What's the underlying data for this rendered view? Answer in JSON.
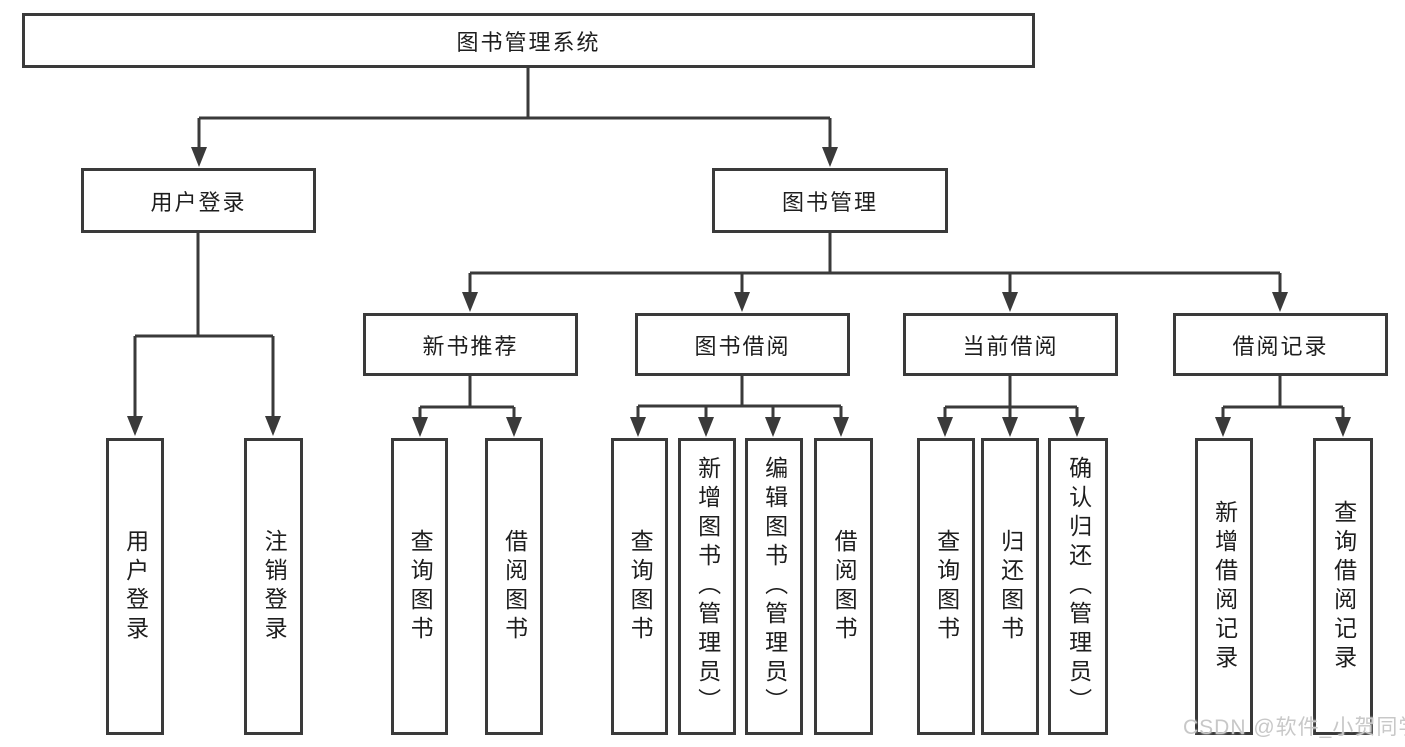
{
  "tree": {
    "root": {
      "label": "图书管理系统"
    },
    "branches": [
      {
        "label": "用户登录",
        "children": [
          "用户登录",
          "注销登录"
        ]
      },
      {
        "label": "图书管理",
        "sections": [
          {
            "label": "新书推荐",
            "children": [
              "查询图书",
              "借阅图书"
            ]
          },
          {
            "label": "图书借阅",
            "children": [
              "查询图书",
              "新增图书（管理员）",
              "编辑图书（管理员）",
              "借阅图书"
            ]
          },
          {
            "label": "当前借阅",
            "children": [
              "查询图书",
              "归还图书",
              "确认归还（管理员）"
            ]
          },
          {
            "label": "借阅记录",
            "children": [
              "新增借阅记录",
              "查询借阅记录"
            ]
          }
        ]
      }
    ]
  },
  "watermark": {
    "text": "CSDN @软件_小贺同学"
  },
  "colors": {
    "line": "#3a3a3a",
    "text": "#1e1e1e",
    "watermark": "#c8c8c8",
    "background": "#ffffff"
  }
}
